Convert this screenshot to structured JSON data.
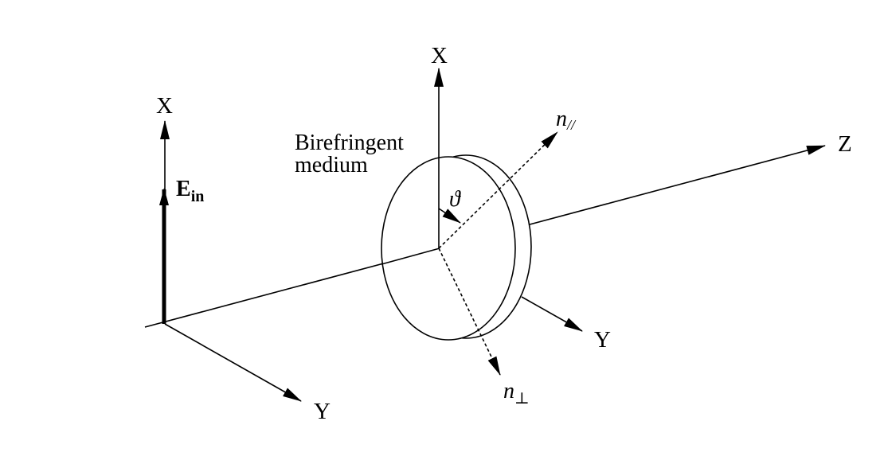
{
  "labels": {
    "x_left": "X",
    "y_left": "Y",
    "x_center": "X",
    "y_center": "Y",
    "z": "Z",
    "medium_line1": "Birefringent",
    "medium_line2": "medium",
    "e_main": "E",
    "e_sub": "in",
    "theta": "ϑ",
    "n_par_main": "n",
    "n_par_sub": "//",
    "n_perp_main": "n",
    "n_perp_sub": "⊥"
  },
  "colors": {
    "ink": "#000000",
    "background": "#ffffff"
  }
}
